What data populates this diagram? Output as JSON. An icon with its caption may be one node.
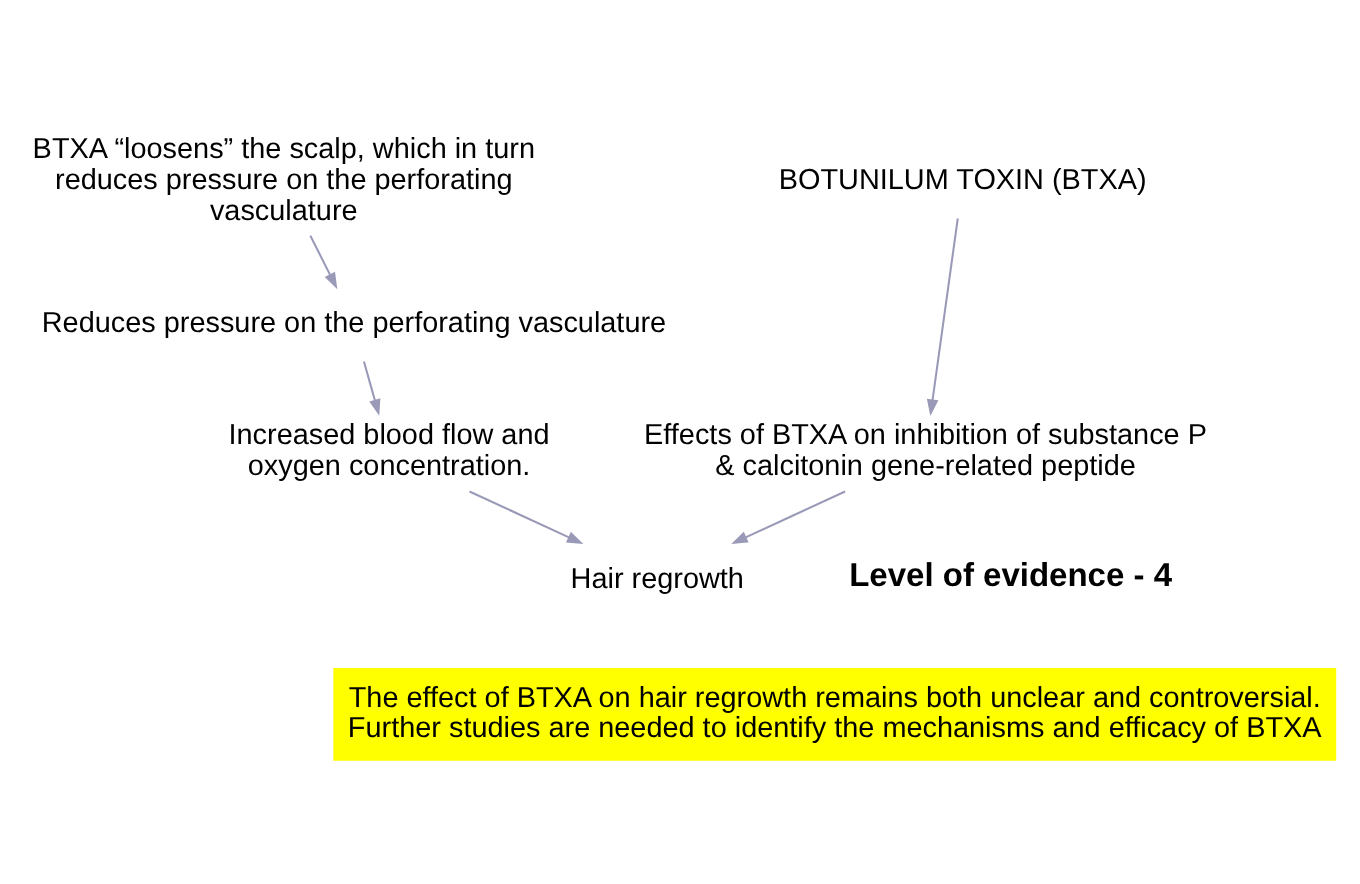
{
  "diagram": {
    "nodes": [
      {
        "text": [
          "BOTUNILUM TOXIN (BTXA)"
        ]
      },
      {
        "text": [
          "BTXA “loosens” the scalp, which in turn reduces pressure on the perforating vasculature"
        ]
      },
      {
        "text": [
          "Reduces pressure on the perforating vasculature"
        ]
      },
      {
        "text": [
          "Increased blood flow and oxygen concentration."
        ]
      },
      {
        "text": [
          "Effects of BTXA on inhibition of substance P & calcitonin gene-related peptide"
        ]
      },
      {
        "text": [
          "Hair regrowth"
        ]
      },
      {
        "text": [
          "The effect of BTXA on hair regrowth remains both unclear and controversial. Further studies are needed to identify the mechanisms and efficacy of BTXA"
        ]
      }
    ],
    "edges": [
      {
        "from": 0,
        "to": 4,
        "arrow": "to"
      },
      {
        "from": 1,
        "to": 2,
        "arrow": "to"
      },
      {
        "from": 2,
        "to": 3,
        "arrow": "to"
      },
      {
        "from": 3,
        "to": 5,
        "arrow": "to"
      },
      {
        "from": 4,
        "to": 5,
        "arrow": "to"
      }
    ],
    "labels": [
      "Level of evidence - 4"
    ]
  }
}
